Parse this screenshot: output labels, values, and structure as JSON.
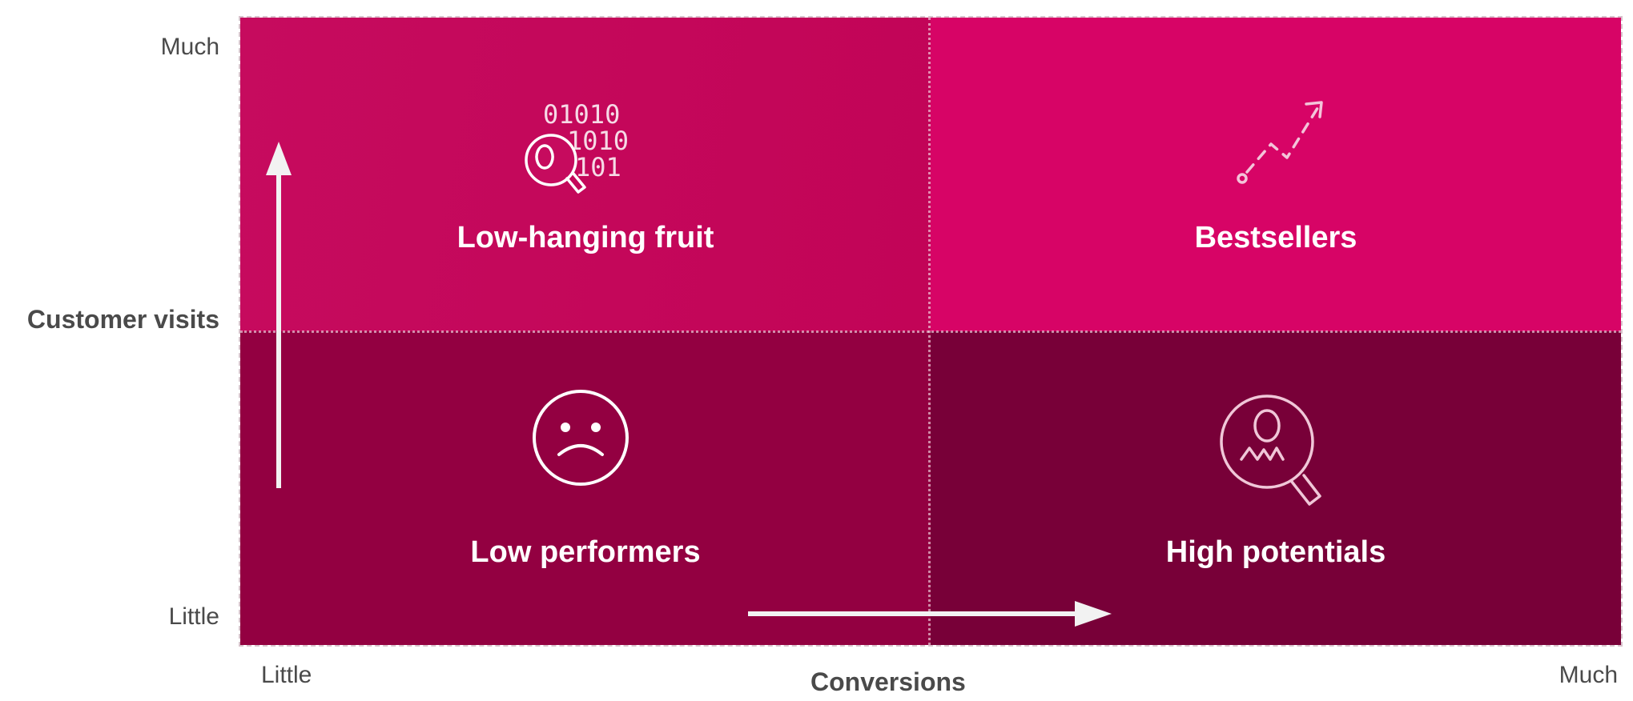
{
  "axes": {
    "y_title": "Customer visits",
    "y_high": "Much",
    "y_low": "Little",
    "x_title": "Conversions",
    "x_low": "Little",
    "x_high": "Much"
  },
  "quadrants": {
    "top_left": {
      "label": "Low-hanging fruit",
      "icon": "binary-magnifier-icon",
      "color": "#c40a5b"
    },
    "top_right": {
      "label": "Bestsellers",
      "icon": "trend-arrow-icon",
      "color": "#d70466"
    },
    "bottom_left": {
      "label": "Low performers",
      "icon": "sad-face-icon",
      "color": "#930041"
    },
    "bottom_right": {
      "label": "High potentials",
      "icon": "person-search-icon",
      "color": "#780038"
    }
  },
  "binary_digits": [
    "01010",
    "1010",
    "101"
  ]
}
